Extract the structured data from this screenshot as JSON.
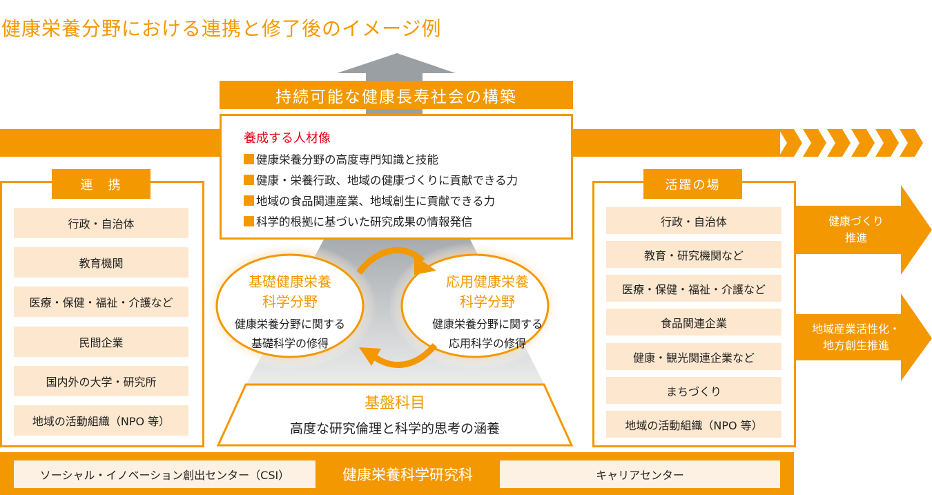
{
  "title": "健康栄養分野における連携と修了後のイメージ例",
  "top_goal": "持続可能な健康長寿社会の構築",
  "talent": {
    "heading": "養成する人材像",
    "items": [
      "健康栄養分野の高度専門知識と技能",
      "健康・栄養行政、地域の健康づくりに貢献できる力",
      "地域の食品関連産業、地域創生に貢献できる力",
      "科学的根拠に基づいた研究成果の情報発信"
    ]
  },
  "left_panel": {
    "heading": "連　携",
    "items": [
      "行政・自治体",
      "教育機関",
      "医療・保健・福祉・介護など",
      "民間企業",
      "国内外の大学・研究所",
      "地域の活動組織（NPO 等）"
    ]
  },
  "right_panel": {
    "heading": "活躍の場",
    "items": [
      "行政・自治体",
      "教育・研究機関など",
      "医療・保健・福祉・介護など",
      "食品関連企業",
      "健康・観光関連企業など",
      "まちづくり",
      "地域の活動組織（NPO 等）"
    ]
  },
  "outcomes": [
    {
      "line1": "健康づくり",
      "line2": "推進"
    },
    {
      "line1": "地域産業活性化・",
      "line2": "地方創生推進"
    }
  ],
  "basic_field": {
    "title1": "基礎健康栄養",
    "title2": "科学分野",
    "sub1": "健康栄養分野に関する",
    "sub2": "基礎科学の修得"
  },
  "applied_field": {
    "title1": "応用健康栄養",
    "title2": "科学分野",
    "sub1": "健康栄養分野に関する",
    "sub2": "応用科学の修得"
  },
  "foundation": {
    "title": "基盤科目",
    "sub": "高度な研究倫理と科学的思考の涵養"
  },
  "bottom": {
    "left": "ソーシャル・イノベーション創出センター（CSI）",
    "center": "健康栄養科学研究科",
    "right": "キャリアセンター"
  },
  "colors": {
    "accent": "#f39800",
    "light": "#fde8cf",
    "red": "#e60012",
    "grey": "#9a9fa3"
  }
}
